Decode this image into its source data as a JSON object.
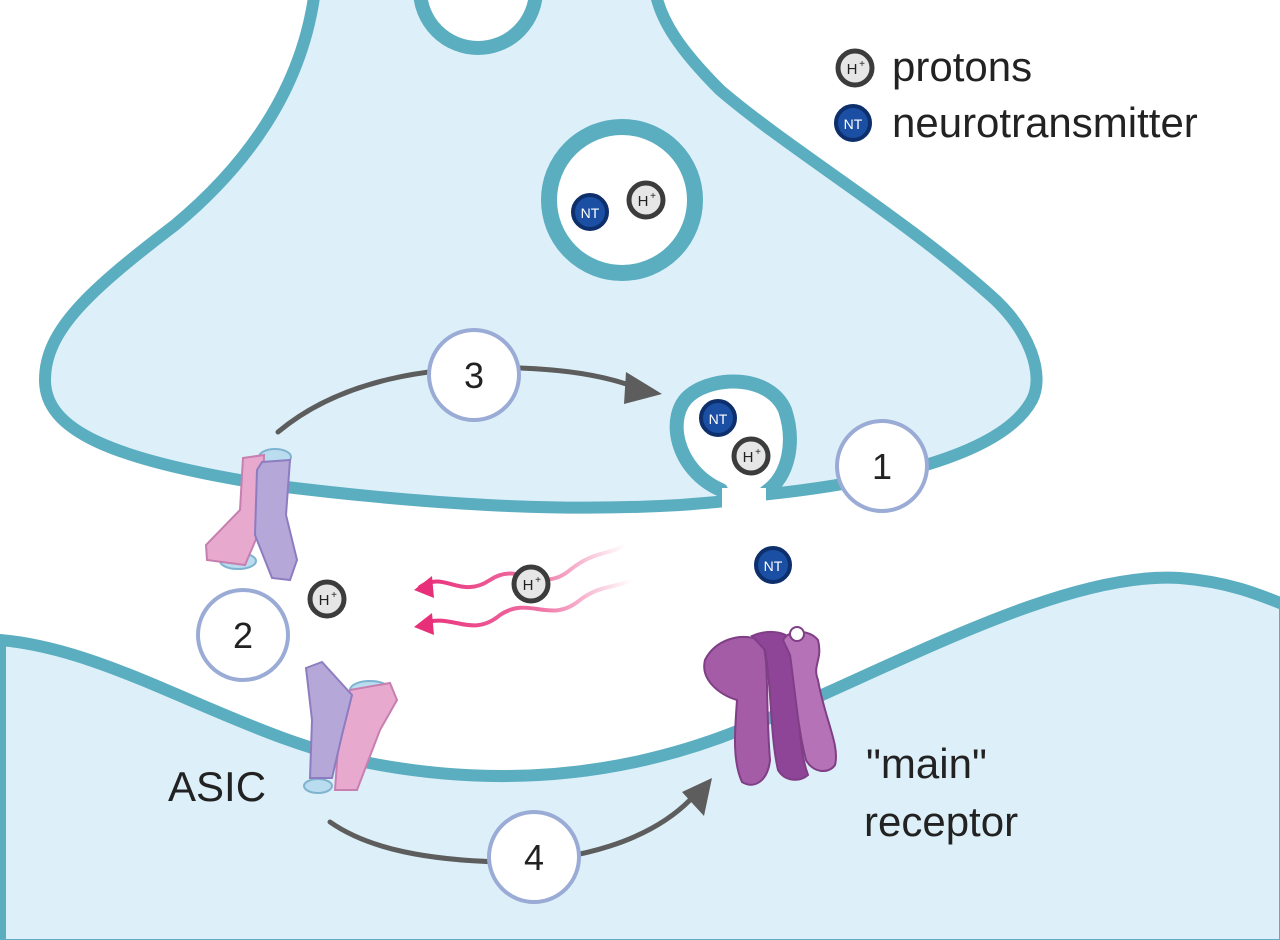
{
  "legend": {
    "proton_label": "protons",
    "neurotransmitter_label": "neurotransmitter"
  },
  "ions": {
    "proton_symbol": "H",
    "proton_charge": "+",
    "nt_symbol": "NT"
  },
  "labels": {
    "asic": "ASIC",
    "main_receptor_line1": "\"main\"",
    "main_receptor_line2": "receptor"
  },
  "steps": [
    "1",
    "2",
    "3",
    "4"
  ],
  "colors": {
    "membrane": "#5aaec0",
    "cytoplasm": "#ddf0f9",
    "nt_fill": "#1b4fa3",
    "proton_fill": "#e6e6e6",
    "proton_stroke": "#3c3c3c",
    "wave": "#e8307a",
    "asic_pink": "#e8a9cf",
    "asic_purple": "#b6a7d9",
    "receptor": "#a45ca7",
    "step_circle_stroke": "#9aabd6",
    "arrow": "#5d5d5d"
  }
}
